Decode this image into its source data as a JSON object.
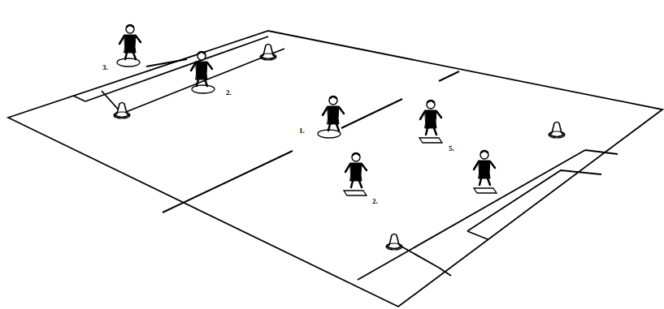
{
  "diagram": {
    "labels": [
      "3.",
      "2.",
      "1.",
      "5.",
      "2."
    ]
  }
}
